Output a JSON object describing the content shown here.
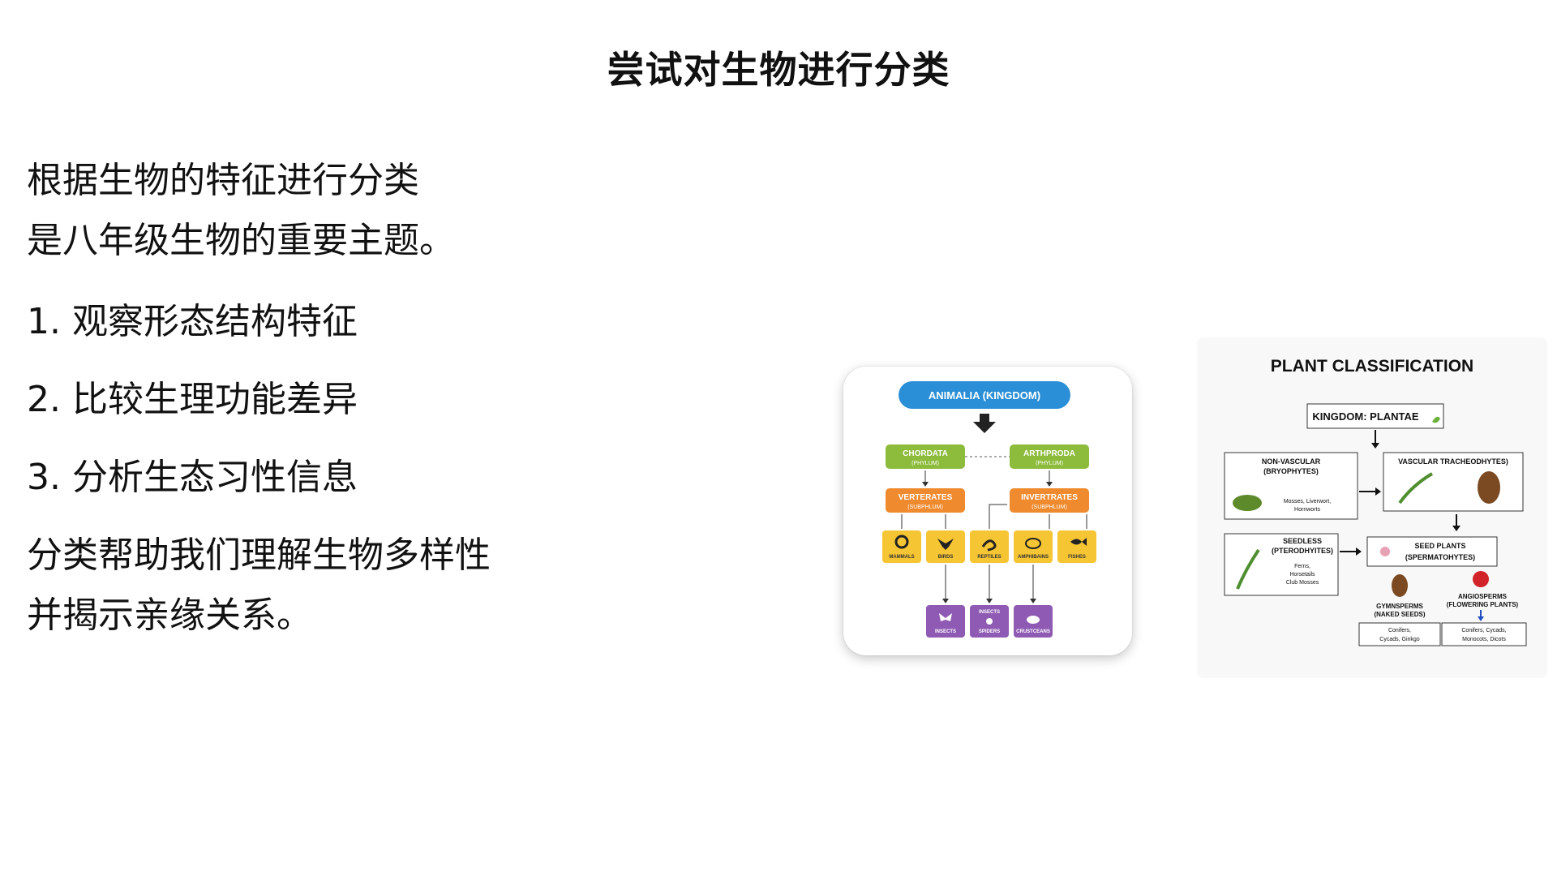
{
  "slide": {
    "title": "尝试对生物进行分类",
    "paragraphs": [
      {
        "lines": [
          "根据生物的特征进行分类",
          "是八年级生物的重要主题。"
        ]
      },
      {
        "lines": [
          "1. 观察形态结构特征"
        ]
      },
      {
        "lines": [
          "2. 比较生理功能差异"
        ]
      },
      {
        "lines": [
          "3. 分析生态习性信息"
        ]
      },
      {
        "lines": [
          "分类帮助我们理解生物多样性",
          "并揭示亲缘关系。"
        ]
      }
    ]
  },
  "animal_diagram": {
    "kingdom": "ANIMALIA (KINGDOM)",
    "phyla": [
      {
        "name": "CHORDATA",
        "rank": "(PHYLUM)"
      },
      {
        "name": "ARTHPRODA",
        "rank": "(PHYLUM)"
      }
    ],
    "subphyla": [
      {
        "name": "VERTERATES",
        "rank": "(SUBPHLUM)"
      },
      {
        "name": "INVERTRATES",
        "rank": "(SUBPHLUM)"
      }
    ],
    "classes": [
      {
        "label": "MAMMALS",
        "icon": "lion-icon"
      },
      {
        "label": "BIRDS",
        "icon": "bird-icon"
      },
      {
        "label": "REPTILES",
        "icon": "snake-icon"
      },
      {
        "label": "AMPHIBAINS",
        "icon": "frog-icon"
      },
      {
        "label": "FISHES",
        "icon": "fish-icon"
      }
    ],
    "invertebrates": [
      {
        "label": "INSECTS",
        "top": "",
        "icon": "butterfly-icon"
      },
      {
        "label": "SPIDERS",
        "top": "INSECTS",
        "icon": "spider-icon"
      },
      {
        "label": "CRUSTCEANS",
        "top": "",
        "icon": "crab-icon"
      }
    ],
    "colors": {
      "kingdom": "#2a8fd6",
      "phylum": "#8dbb3c",
      "subphylum": "#ef8a2e",
      "class": "#f5c533",
      "invert": "#8e5ab3"
    }
  },
  "plant_diagram": {
    "title": "PLANT CLASSIFICATION",
    "kingdom": "KINGDOM: PLANTAE",
    "nonvascular": {
      "title": "NON-VASCULAR",
      "sub": "(BRYOPHYTES)",
      "examples": [
        "Mosses, Liverwort,",
        "Hornworts"
      ]
    },
    "vascular": {
      "title": "VASCULAR TRACHEODHYTES)"
    },
    "seedless": {
      "title": "SEEDLESS",
      "sub": "(PTERODHYITES)",
      "examples": [
        "Ferns,",
        "Horsetails",
        "Club Mosses"
      ]
    },
    "seed": {
      "title": "SEED PLANTS",
      "sub": "(SPERMATOHYTES)"
    },
    "gymnosperms": {
      "title": "GYMNSPERMS",
      "sub": "(NAKED SEEDS)",
      "examples": [
        "Conifers,",
        "Cycads, Ginkgo"
      ]
    },
    "angiosperms": {
      "title": "ANGIOSPERMS",
      "sub": "(FLOWERING PLANTS)",
      "examples": [
        "Conifers, Cycads,",
        "Monocots, Dicots"
      ]
    }
  }
}
